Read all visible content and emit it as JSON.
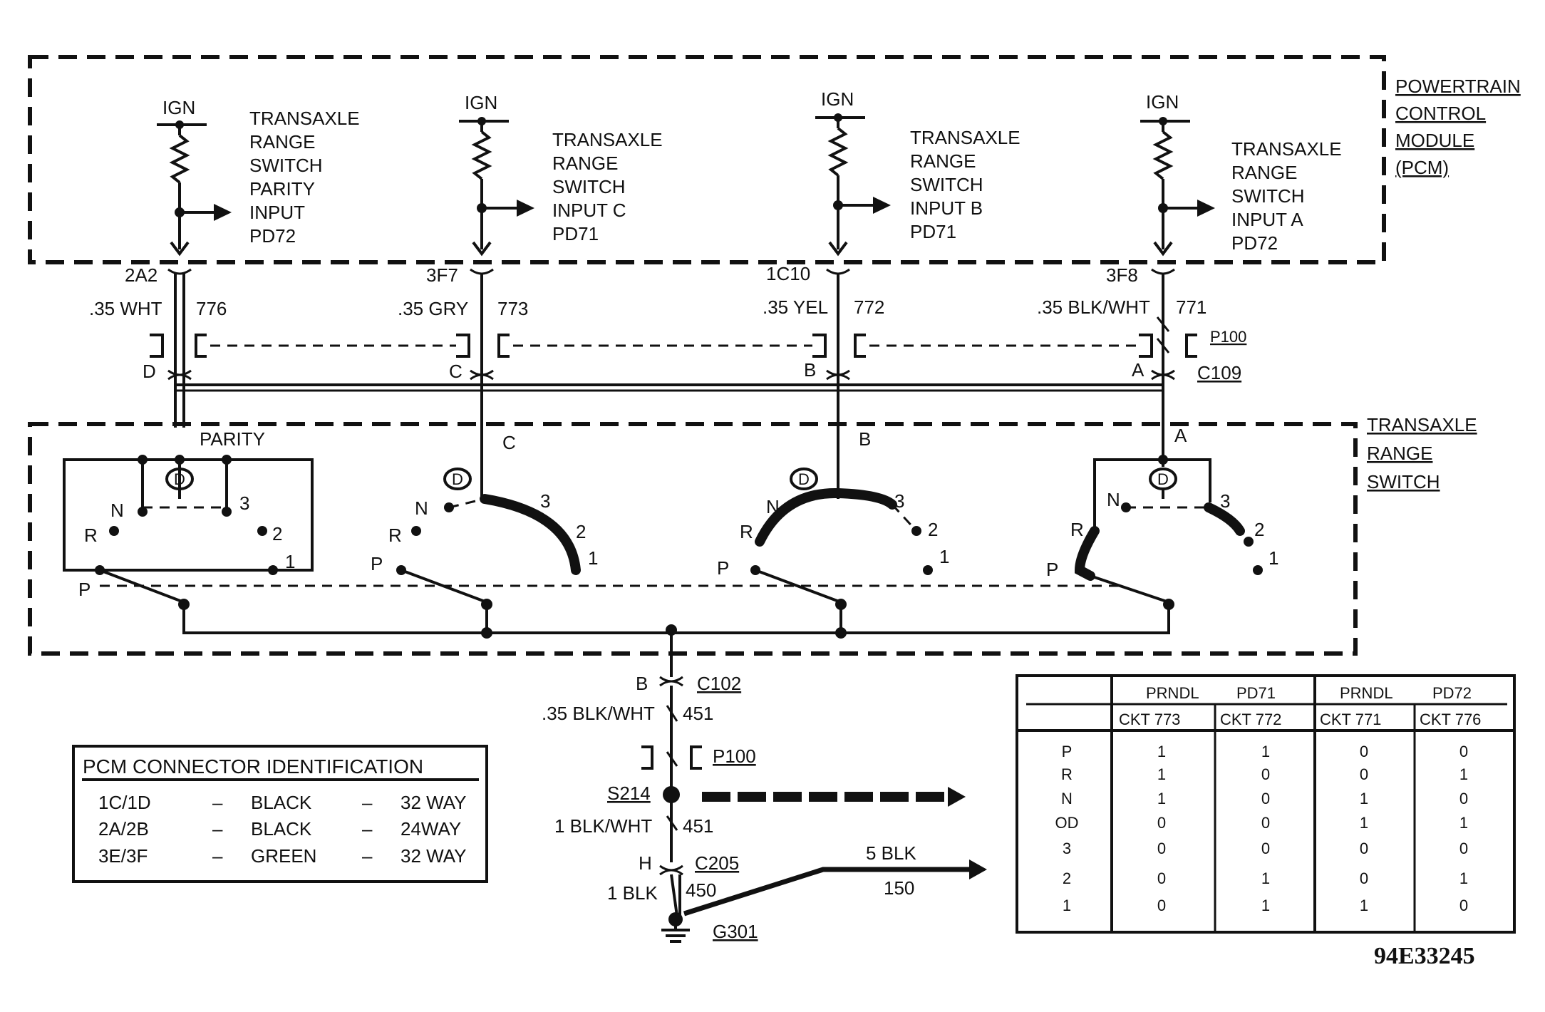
{
  "pcm": {
    "title_lines": [
      "POWERTRAIN",
      "CONTROL",
      "MODULE",
      "(PCM)"
    ],
    "inputs": [
      {
        "ign": "IGN",
        "lines": [
          "TRANSAXLE",
          "RANGE",
          "SWITCH",
          "PARITY",
          "INPUT",
          "PD72"
        ],
        "pin": "2A2",
        "gauge": ".35 WHT",
        "circuit": "776",
        "c109_pin": "D"
      },
      {
        "ign": "IGN",
        "lines": [
          "TRANSAXLE",
          "RANGE",
          "SWITCH",
          "INPUT C",
          "PD71"
        ],
        "pin": "3F7",
        "gauge": ".35 GRY",
        "circuit": "773",
        "c109_pin": "C"
      },
      {
        "ign": "IGN",
        "lines": [
          "TRANSAXLE",
          "RANGE",
          "SWITCH",
          "INPUT B",
          "PD71"
        ],
        "pin": "1C10",
        "gauge": ".35 YEL",
        "circuit": "772",
        "c109_pin": "B"
      },
      {
        "ign": "IGN",
        "lines": [
          "TRANSAXLE",
          "RANGE",
          "SWITCH",
          "INPUT A",
          "PD72"
        ],
        "pin": "3F8",
        "gauge": ".35 BLK/WHT",
        "circuit": "771",
        "c109_pin": "A"
      }
    ],
    "p100_label": "P100",
    "c109_label": "C109"
  },
  "switch": {
    "title_lines": [
      "TRANSAXLE",
      "RANGE",
      "SWITCH"
    ],
    "section_labels": [
      "PARITY",
      "C",
      "B",
      "A"
    ],
    "positions": [
      "P",
      "R",
      "N",
      "3",
      "2",
      "1"
    ],
    "od_symbol": "D"
  },
  "ground": {
    "c102": "C102",
    "c102_pin": "B",
    "wire1_gauge": ".35 BLK/WHT",
    "wire1_circuit": "451",
    "p100": "P100",
    "s214": "S214",
    "wire2_gauge": "1 BLK/WHT",
    "wire2_circuit": "451",
    "c205": "C205",
    "c205_pin": "H",
    "wire3_gauge": "1 BLK",
    "wire3_circuit": "450",
    "g301": "G301",
    "branch_gauge": "5 BLK",
    "branch_circuit": "150"
  },
  "connector_table": {
    "title": "PCM CONNECTOR IDENTIFICATION",
    "rows": [
      [
        "1C/1D",
        "–",
        "BLACK",
        "–",
        "32 WAY"
      ],
      [
        "2A/2B",
        "–",
        "BLACK",
        "–",
        "24WAY"
      ],
      [
        "3E/3F",
        "–",
        "GREEN",
        "–",
        "32 WAY"
      ]
    ]
  },
  "truth_table": {
    "group_headers": [
      "PRNDL",
      "PD71",
      "PRNDL",
      "PD72"
    ],
    "column_headers": [
      "CKT 773",
      "CKT 772",
      "CKT 771",
      "CKT 776"
    ],
    "rows": [
      {
        "pos": "P",
        "vals": [
          "1",
          "1",
          "0",
          "0"
        ]
      },
      {
        "pos": "R",
        "vals": [
          "1",
          "0",
          "0",
          "1"
        ]
      },
      {
        "pos": "N",
        "vals": [
          "1",
          "0",
          "1",
          "0"
        ]
      },
      {
        "pos": "OD",
        "vals": [
          "0",
          "0",
          "1",
          "1"
        ]
      },
      {
        "pos": "3",
        "vals": [
          "0",
          "0",
          "0",
          "0"
        ]
      },
      {
        "pos": "2",
        "vals": [
          "0",
          "1",
          "0",
          "1"
        ]
      },
      {
        "pos": "1",
        "vals": [
          "0",
          "1",
          "1",
          "0"
        ]
      }
    ]
  },
  "figure_id": "94E33245"
}
